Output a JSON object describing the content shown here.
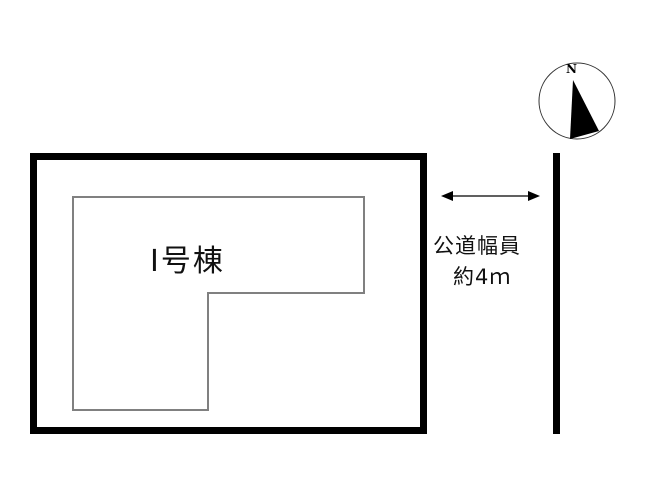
{
  "diagram": {
    "type": "site-plan",
    "building": {
      "label": "Ⅰ号棟",
      "shape": "L",
      "outline_color": "#808080"
    },
    "lot": {
      "border_color": "#000000"
    },
    "road": {
      "label_line1": "公道幅員",
      "label_line2": "約4ｍ",
      "dimension_arrow": "double-headed"
    },
    "compass": {
      "letter": "N",
      "direction": "north-indicator"
    }
  }
}
